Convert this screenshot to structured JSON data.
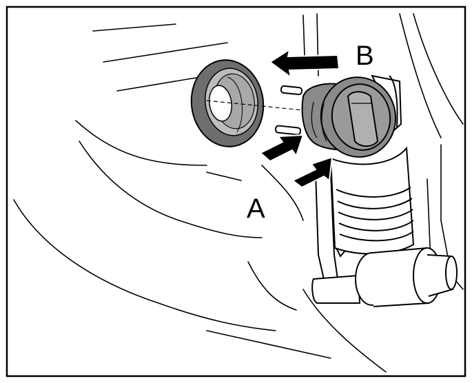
{
  "labels": {
    "a": "A",
    "b": "B"
  },
  "colors": {
    "line": "#000000",
    "background": "#ffffff",
    "grommet_dark": "#6e6e6e",
    "grommet_light": "#bdbdbd",
    "pump_body": "#8a8a8a",
    "pump_light": "#b0b0b0",
    "arrow": "#000000"
  },
  "icons": {
    "arrow_b": "push-arrow-left",
    "arrow_a": "push-arrow-up-right"
  }
}
